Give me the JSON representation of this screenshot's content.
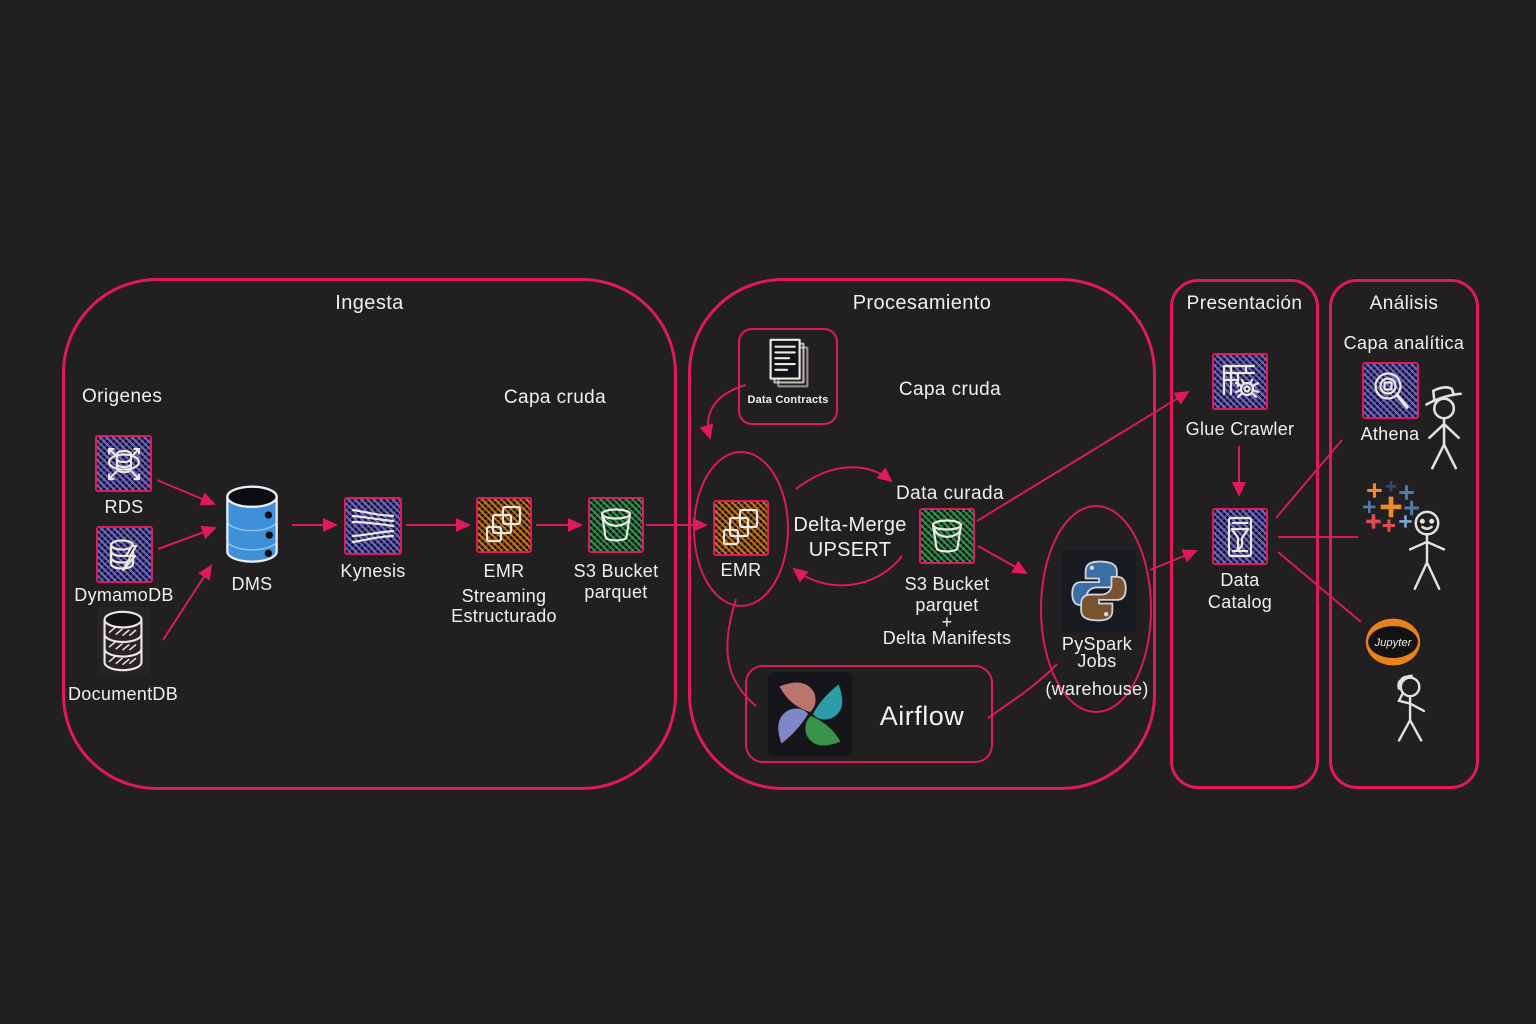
{
  "colors": {
    "background": "#211f1f",
    "accent": "#e0195f",
    "text": "#f2f0ed",
    "dms_blue": "#3f8fd6",
    "emr_orange": "#ce7e24",
    "s3_green": "#3ea25c",
    "service_purple": "#7d74d8",
    "airflow_petals": [
      "#c97f72",
      "#2fa8b5",
      "#8892d8",
      "#3f9e4f"
    ],
    "tableau_palette": [
      "#ef8a2c",
      "#4f7cac",
      "#d94f4f",
      "#2d4a77",
      "#7da7d9"
    ],
    "jupyter_orange": "#e8821c"
  },
  "icons": {
    "rds": "rds-database-icon",
    "dymamodb": "dynamodb-database-icon",
    "documentdb": "documentdb-cylinder-icon",
    "dms": "dms-cylinder-icon",
    "kynesis": "kinesis-streams-icon",
    "emr": "emr-clusters-icon",
    "s3": "s3-bucket-icon",
    "data_contracts": "documents-stack-icon",
    "airflow": "airflow-pinwheel-icon",
    "pyspark": "python-logo-icon",
    "glue_crawler": "glue-crawler-icon",
    "data_catalog": "data-catalog-funnel-icon",
    "athena": "athena-magnifier-icon",
    "tableau": "tableau-logo-icon",
    "jupyter": "jupyter-logo-icon",
    "analysts": "stick-figure-icons"
  },
  "ingesta": {
    "title": "Ingesta",
    "origins_heading": "Origenes",
    "layer_heading": "Capa cruda",
    "rds": "RDS",
    "dymamodb": "DymamoDB",
    "documentdb": "DocumentDB",
    "dms": "DMS",
    "kynesis": "Kynesis",
    "emr": "EMR",
    "emr_sub_1": "Streaming",
    "emr_sub_2": "Estructurado",
    "s3_1": "S3 Bucket",
    "s3_2": "parquet"
  },
  "procesamiento": {
    "title": "Procesamiento",
    "layer_heading": "Capa cruda",
    "data_contracts": "Data Contracts",
    "emr": "EMR",
    "delta_1": "Delta-Merge",
    "delta_2": "UPSERT",
    "data_curada": "Data curada",
    "s3_1": "S3 Bucket",
    "s3_2": "parquet",
    "s3_3": "+",
    "s3_4": "Delta Manifests",
    "pyspark_1": "PySpark",
    "pyspark_2": "Jobs",
    "pyspark_3": "(warehouse)",
    "airflow": "Airflow"
  },
  "presentacion": {
    "title": "Presentación",
    "glue_crawler": "Glue Crawler",
    "data_catalog_1": "Data",
    "data_catalog_2": "Catalog"
  },
  "analisis": {
    "title": "Análisis",
    "layer_heading": "Capa analítica",
    "athena": "Athena",
    "jupyter": "Jupyter"
  },
  "edges": [
    {
      "from": "RDS",
      "to": "DMS"
    },
    {
      "from": "DymamoDB",
      "to": "DMS"
    },
    {
      "from": "DocumentDB",
      "to": "DMS"
    },
    {
      "from": "DMS",
      "to": "Kynesis"
    },
    {
      "from": "Kynesis",
      "to": "EMR Streaming Estructurado"
    },
    {
      "from": "EMR Streaming Estructurado",
      "to": "S3 Bucket parquet"
    },
    {
      "from": "S3 Bucket parquet",
      "to": "EMR (procesamiento)"
    },
    {
      "from": "Data Contracts",
      "to": "EMR (procesamiento)"
    },
    {
      "from": "EMR (procesamiento)",
      "to": "S3 Bucket parquet + Delta Manifests",
      "label": "Delta-Merge UPSERT"
    },
    {
      "from": "S3 Bucket parquet + Delta Manifests",
      "to": "EMR (procesamiento)"
    },
    {
      "from": "S3 Bucket parquet + Delta Manifests",
      "to": "Glue Crawler"
    },
    {
      "from": "S3 Bucket parquet + Delta Manifests",
      "to": "PySpark Jobs (warehouse)"
    },
    {
      "from": "PySpark Jobs (warehouse)",
      "to": "Data Catalog"
    },
    {
      "from": "Glue Crawler",
      "to": "Data Catalog"
    },
    {
      "from": "Data Catalog",
      "to": "Athena"
    },
    {
      "from": "Data Catalog",
      "to": "Tableau"
    },
    {
      "from": "Data Catalog",
      "to": "Jupyter"
    },
    {
      "from": "EMR (procesamiento)",
      "to": "Airflow"
    },
    {
      "from": "Airflow",
      "to": "PySpark Jobs (warehouse)"
    }
  ]
}
